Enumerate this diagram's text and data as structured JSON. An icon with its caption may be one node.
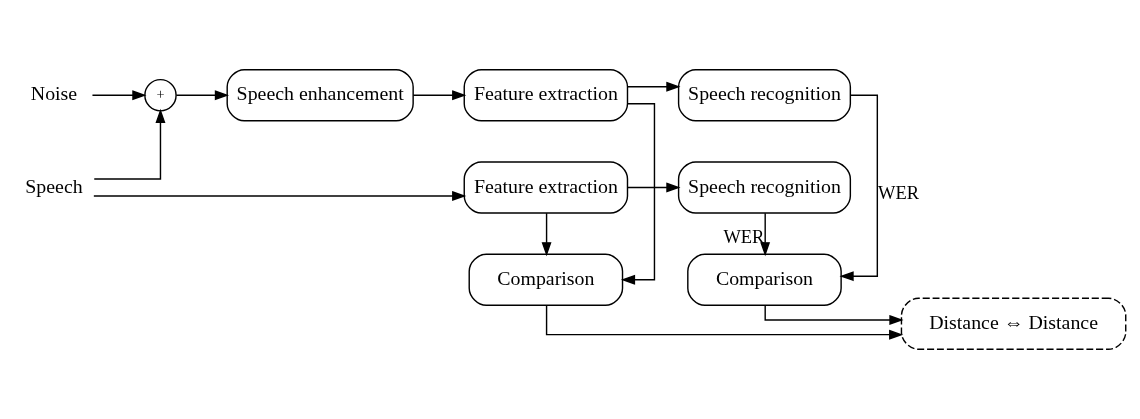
{
  "diagram": {
    "nodes": [
      {
        "text": [
          "Speech"
        ]
      },
      {
        "text": [
          "Noise"
        ]
      },
      {
        "text": [
          "+"
        ]
      },
      {
        "text": [
          "Speech enhancement"
        ]
      },
      {
        "text": [
          "Feature extraction"
        ]
      },
      {
        "text": [
          "Speech recognition"
        ]
      },
      {
        "text": [
          "Comparison"
        ]
      },
      {
        "text": [
          "Distance ⇔ Distance"
        ]
      },
      {
        "text": [
          "Comparison"
        ]
      },
      {
        "text": [
          "Feature extraction"
        ]
      },
      {
        "text": [
          "Speech recognition"
        ]
      }
    ],
    "edges": [
      {
        "from": 0,
        "to": 2,
        "arrow": "to"
      },
      {
        "from": 1,
        "to": 2,
        "arrow": "to"
      },
      {
        "from": 2,
        "to": 3,
        "arrow": "to"
      },
      {
        "from": 3,
        "to": 4,
        "arrow": "to"
      },
      {
        "from": 4,
        "to": 5,
        "arrow": "to"
      },
      {
        "from": 4,
        "to": 6,
        "arrow": "to"
      },
      {
        "from": 6,
        "to": 7,
        "arrow": "to"
      },
      {
        "from": 8,
        "to": 7,
        "arrow": "to"
      },
      {
        "from": 5,
        "to": 8,
        "arrow": "to",
        "label": "WER"
      },
      {
        "from": 9,
        "to": 6,
        "arrow": "to"
      },
      {
        "from": 10,
        "to": 8,
        "arrow": "to",
        "label": "WER"
      },
      {
        "from": 0,
        "to": 9,
        "arrow": "to"
      },
      {
        "from": 9,
        "to": 10,
        "arrow": "to"
      }
    ]
  }
}
